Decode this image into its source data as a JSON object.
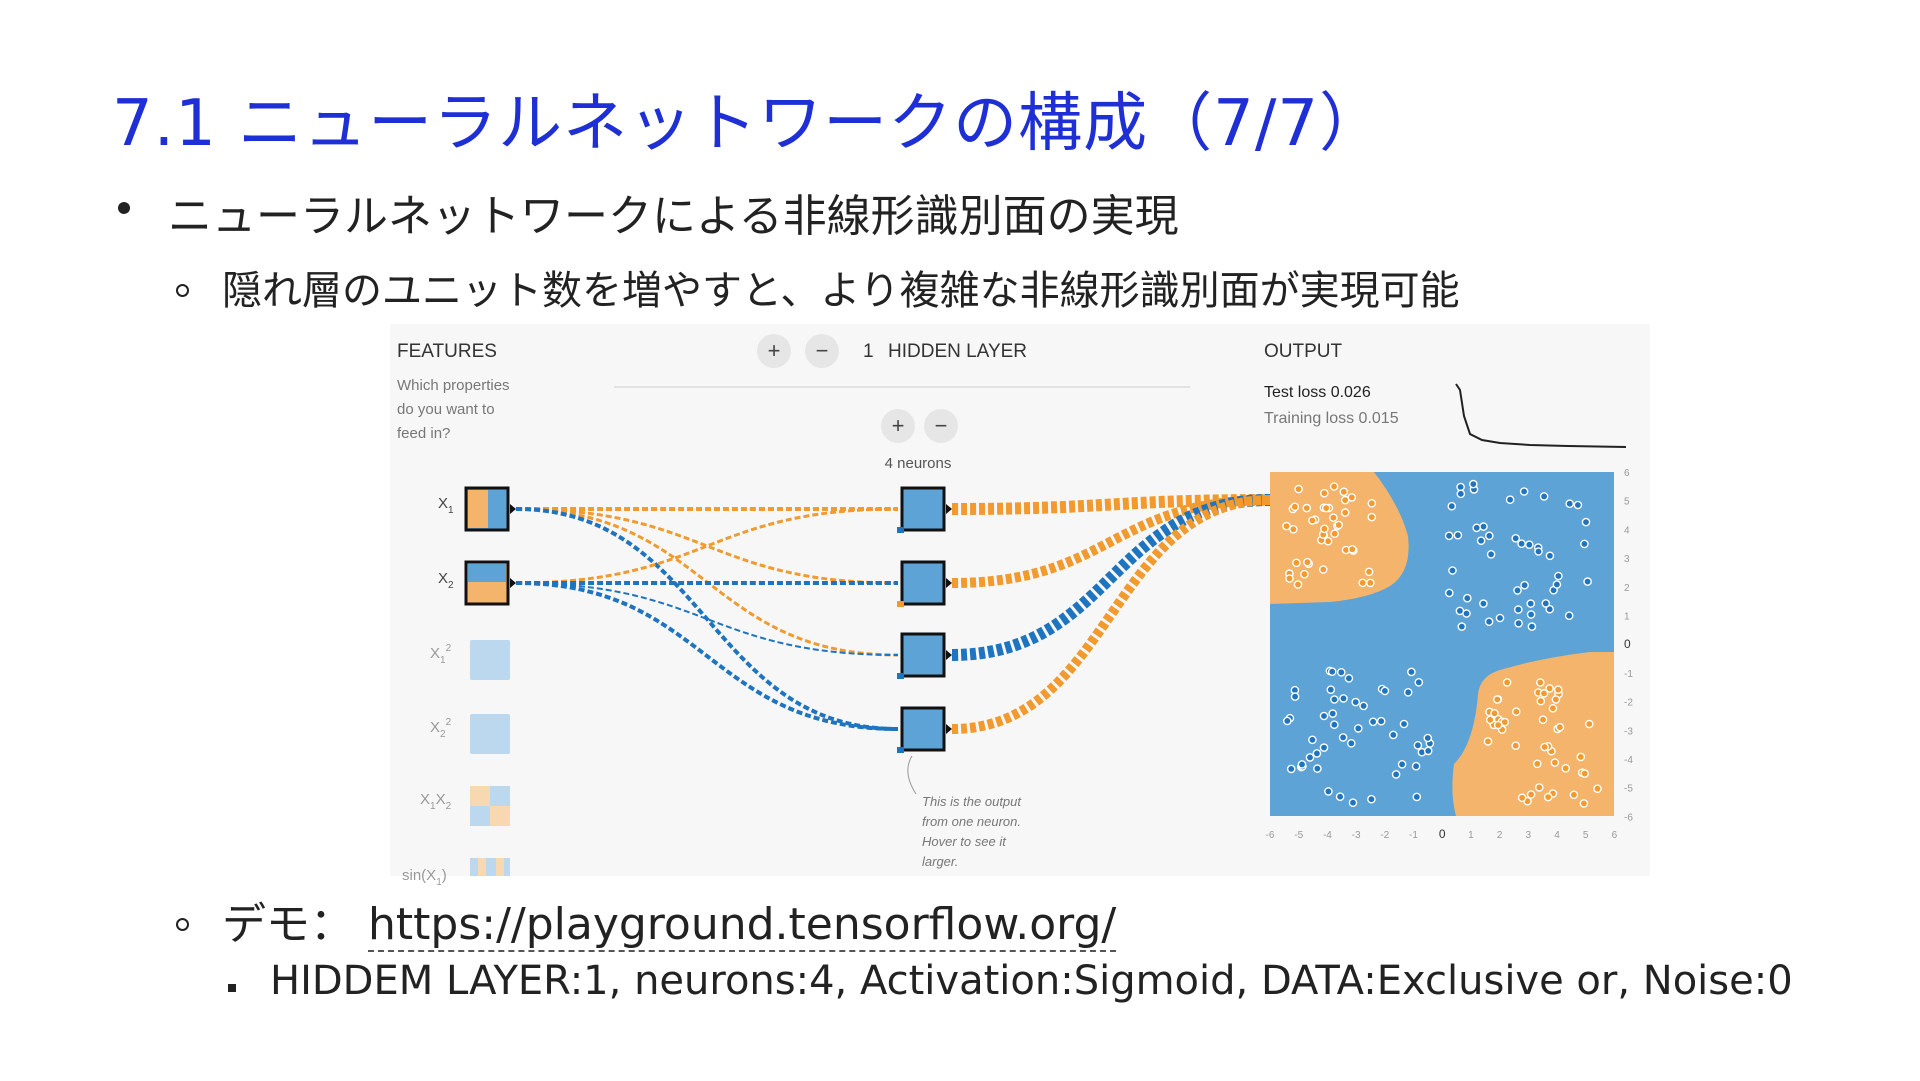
{
  "slide": {
    "title": "7.1 ニューラルネットワークの構成（7/7）",
    "bullet1": "ニューラルネットワークによる非線形識別面の実現",
    "bullet2": "隠れ層のユニット数を増やすと、より複雑な非線形識別面が実現可能",
    "demo_label": "デモ：",
    "demo_link": "https://playground.tensorflow.org/",
    "settings": "HIDDEM LAYER:1, neurons:4, Activation:Sigmoid, DATA:Exclusive or, Noise:0"
  },
  "playground": {
    "features_title": "FEATURES",
    "features_desc": [
      "Which properties",
      "do you want to",
      "feed in?"
    ],
    "layer_plus": "+",
    "layer_minus": "−",
    "layer_count": "1",
    "layer_label": "HIDDEN LAYER",
    "neuron_plus": "+",
    "neuron_minus": "−",
    "neurons_label": "4 neurons",
    "output_title": "OUTPUT",
    "test_loss": "Test loss 0.026",
    "training_loss": "Training loss 0.015",
    "hover_note": [
      "This is the output",
      "from one neuron.",
      "Hover to see it",
      "larger."
    ],
    "inputs": [
      "X1",
      "X2",
      "X1²",
      "X2²",
      "X1X2",
      "sin(X1)"
    ],
    "x_ticks": [
      "-6",
      "-5",
      "-4",
      "-3",
      "-2",
      "-1",
      "0",
      "1",
      "2",
      "3",
      "4",
      "5",
      "6"
    ],
    "y_ticks": [
      "6",
      "5",
      "4",
      "3",
      "2",
      "1",
      "0",
      "-1",
      "-2",
      "-3",
      "-4",
      "-5",
      "-6"
    ],
    "colors": {
      "orange": "#f29a2e",
      "blue": "#1f74c0",
      "orange_bg": "#f4b46c",
      "blue_bg": "#5ea3d6"
    }
  }
}
